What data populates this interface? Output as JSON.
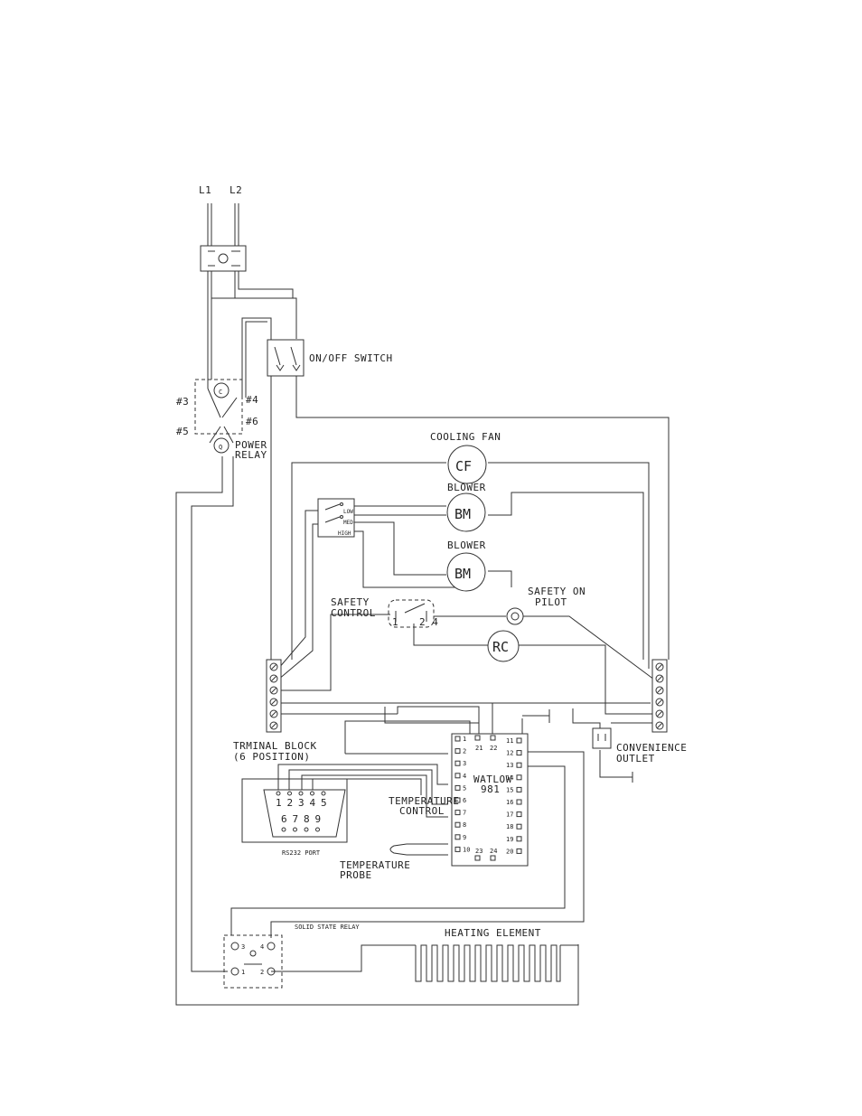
{
  "labels": {
    "l1": "L1",
    "l2": "L2",
    "onoff_switch": "ON/OFF SWITCH",
    "relay_contact_3": "#3",
    "relay_contact_4": "#4",
    "relay_contact_5": "#5",
    "relay_contact_6": "#6",
    "power_relay_1": "POWER",
    "power_relay_2": "RELAY",
    "cooling_fan": "COOLING FAN",
    "cooling_fan_symbol": "CF",
    "blower_1": "BLOWER",
    "blower_2": "BLOWER",
    "blower_symbol": "BM",
    "speed_low": "LOW",
    "speed_med": "MED",
    "speed_high": "HIGH",
    "safety_control_1": "SAFETY",
    "safety_control_2": "CONTROL",
    "safety_on_pilot_1": "SAFETY ON",
    "safety_on_pilot_2": "PILOT",
    "rc_symbol": "RC",
    "terminal_block_1": "TRMINAL BLOCK",
    "terminal_block_2": "(6 POSITION)",
    "convenience_outlet_1": "CONVENIENCE",
    "convenience_outlet_2": "OUTLET",
    "controller_1": "WATLOW",
    "controller_2": "981",
    "temperature_control_1": "TEMPERATURE",
    "temperature_control_2": "CONTROL",
    "temperature_probe_1": "TEMPERATURE",
    "temperature_probe_2": "PROBE",
    "rs232_port": "RS232 PORT",
    "solid_state_relay": "SOLID STATE RELAY",
    "heating_element": "HEATING ELEMENT"
  },
  "controller_terminals_left": [
    "1",
    "2",
    "3",
    "4",
    "5",
    "6",
    "7",
    "8",
    "9",
    "10"
  ],
  "controller_terminals_right": [
    "11",
    "12",
    "13",
    "14",
    "15",
    "16",
    "17",
    "18",
    "19",
    "20"
  ],
  "controller_terminals_top": [
    "21",
    "22"
  ],
  "controller_terminals_bottom": [
    "23",
    "24"
  ],
  "rs232_pins_top": [
    "1",
    "2",
    "3",
    "4",
    "5"
  ],
  "rs232_pins_bottom": [
    "6",
    "7",
    "8",
    "9"
  ],
  "ssr_terminals": [
    "3",
    "4",
    "1",
    "2"
  ]
}
